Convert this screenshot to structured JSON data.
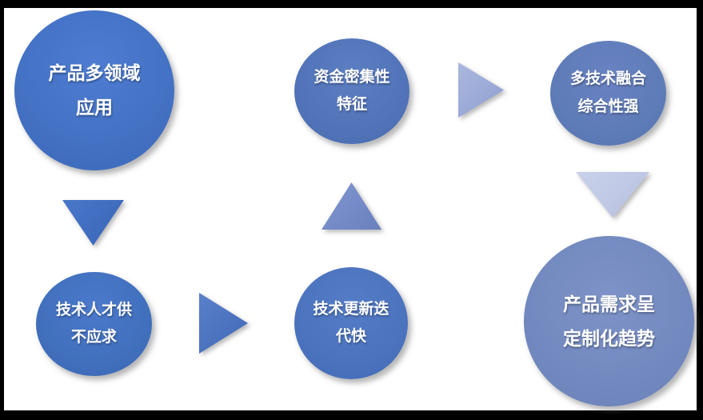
{
  "frame": {
    "color": "#000000"
  },
  "background": "#ffffff",
  "nodes": [
    {
      "id": "product-multi-domain-application",
      "line1": "产品多领域",
      "line2": "应用",
      "fill": "#4472c4",
      "text_color": "#ffffff"
    },
    {
      "id": "capital-intensive-characteristic",
      "line1": "资金密集性",
      "line2": "特征",
      "fill": "#5173b8",
      "text_color": "#ffffff"
    },
    {
      "id": "multi-tech-fusion-comprehensive",
      "line1": "多技术融合",
      "line2": "综合性强",
      "fill": "#5e7cb8",
      "text_color": "#ffffff"
    },
    {
      "id": "tech-talent-supply-shortage",
      "line1": "技术人才供",
      "line2": "不应求",
      "fill": "#4170bd",
      "text_color": "#ffffff"
    },
    {
      "id": "fast-technology-iteration",
      "line1": "技术更新迭",
      "line2": "代快",
      "fill": "#4b73be",
      "text_color": "#ffffff"
    },
    {
      "id": "customized-product-demand-trend",
      "line1": "产品需求呈",
      "line2": "定制化趋势",
      "fill": "#7289bf",
      "text_color": "#ffffff"
    }
  ],
  "arrows": [
    {
      "id": "arrow-1",
      "direction": "down",
      "fill": "#3f6cbe"
    },
    {
      "id": "arrow-2",
      "direction": "right",
      "fill": "#4b72be"
    },
    {
      "id": "arrow-3",
      "direction": "up",
      "fill": "#7389c6"
    },
    {
      "id": "arrow-4",
      "direction": "right",
      "fill": "#9aa9d6"
    },
    {
      "id": "arrow-5",
      "direction": "down",
      "fill": "#bec8e4"
    }
  ]
}
